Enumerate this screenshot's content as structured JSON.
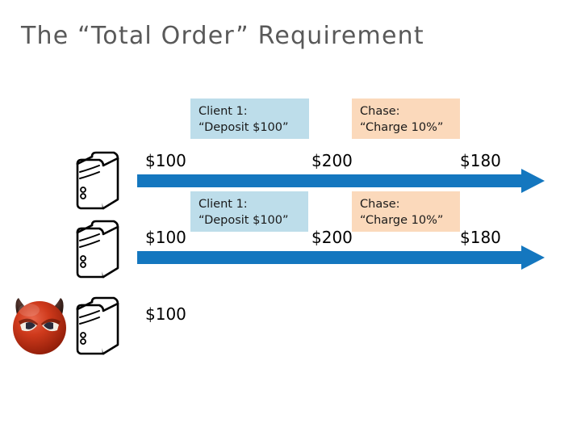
{
  "slide": {
    "title": "The “Total Order” Requirement",
    "title_color": "#595959",
    "background": "#ffffff"
  },
  "colors": {
    "arrow_blue": "#1477bf",
    "callout_blue": "#bdddea",
    "callout_orange": "#fbd9bb",
    "devil_red": "#c62a12",
    "server_outline": "#000000"
  },
  "icons": {
    "server": "server-tower-icon",
    "devil": "devil-face-icon",
    "arrow": "right-arrow-icon"
  },
  "replicas": [
    {
      "id": "replica-1",
      "server_label": "server-tower-icon",
      "has_arrow": true,
      "messages": [
        {
          "id": "client-1-deposit",
          "color": "blue",
          "sender": "Client 1:",
          "body": "“Deposit $100”"
        },
        {
          "id": "chase-charge",
          "color": "orange",
          "sender": "Chase:",
          "body": "“Charge 10%”"
        }
      ],
      "amounts": [
        "$100",
        "$200",
        "$180"
      ]
    },
    {
      "id": "replica-2",
      "server_label": "server-tower-icon",
      "has_arrow": true,
      "messages": [
        {
          "id": "client-1-deposit",
          "color": "blue",
          "sender": "Client 1:",
          "body": "“Deposit $100”"
        },
        {
          "id": "chase-charge",
          "color": "orange",
          "sender": "Chase:",
          "body": "“Charge 10%”"
        }
      ],
      "amounts": [
        "$100",
        "$200",
        "$180"
      ]
    },
    {
      "id": "replica-3",
      "server_label": "server-tower-icon",
      "has_arrow": false,
      "messages": [],
      "amounts": [
        "$100"
      ]
    }
  ],
  "row1": {
    "msg_blue_sender": "Client 1:",
    "msg_blue_body": "“Deposit $100”",
    "msg_orange_sender": "Chase:",
    "msg_orange_body": "“Charge 10%”",
    "amount_1": "$100",
    "amount_2": "$200",
    "amount_3": "$180"
  },
  "row2": {
    "msg_blue_sender": "Client 1:",
    "msg_blue_body": "“Deposit $100”",
    "msg_orange_sender": "Chase:",
    "msg_orange_body": "“Charge 10%”",
    "amount_1": "$100",
    "amount_2": "$200",
    "amount_3": "$180"
  },
  "row3": {
    "amount_1": "$100"
  }
}
